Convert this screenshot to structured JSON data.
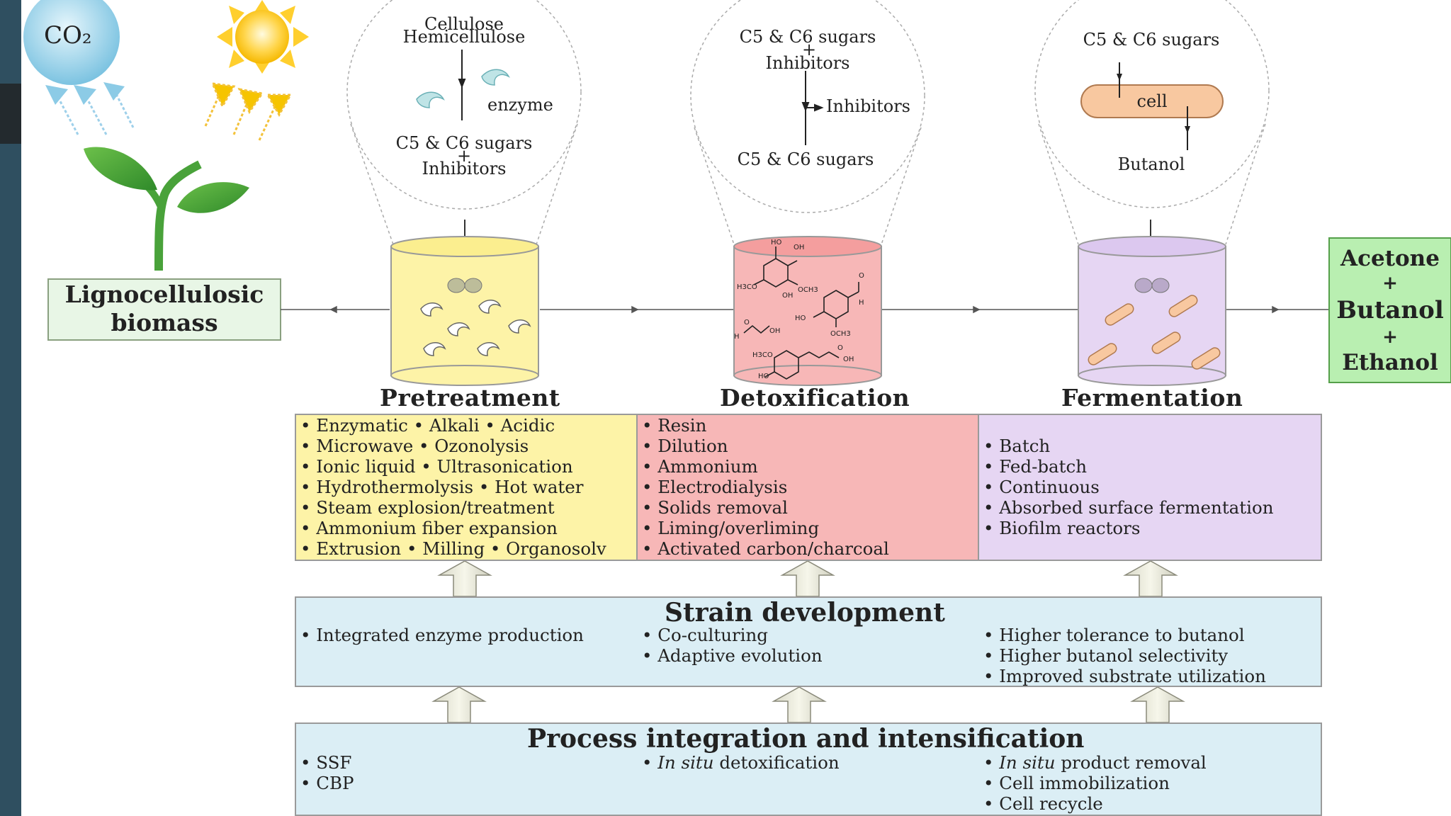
{
  "co2_label": "CO₂",
  "biomass_label": {
    "line1": "Lignocellulosic",
    "line2": "biomass"
  },
  "pretreatment": {
    "label": "Pretreatment",
    "circle": {
      "top1": "Cellulose",
      "top2": "Hemicellulose",
      "enzyme": "enzyme",
      "bottom1": "C5 & C6 sugars",
      "plus": "+",
      "bottom2": "Inhibitors"
    },
    "items": [
      "• Enzymatic • Alkali • Acidic",
      "• Microwave • Ozonolysis",
      "• Ionic liquid • Ultrasonication",
      "• Hydrothermolysis • Hot water",
      "• Steam explosion/treatment",
      "• Ammonium fiber expansion",
      "• Extrusion • Milling • Organosolv"
    ]
  },
  "detoxification": {
    "label": "Detoxification",
    "circle": {
      "top1": "C5 & C6 sugars",
      "plus": "+",
      "top2": "Inhibitors",
      "side": "Inhibitors",
      "bottom": "C5 & C6 sugars"
    },
    "items": [
      "• Resin",
      "• Dilution",
      "• Ammonium",
      "• Electrodialysis",
      "• Solids removal",
      "• Liming/overliming",
      "• Activated carbon/charcoal"
    ]
  },
  "fermentation": {
    "label": "Fermentation",
    "circle": {
      "top": "C5 & C6 sugars",
      "cell": "cell",
      "bottom": "Butanol"
    },
    "items": [
      "• Batch",
      "• Fed-batch",
      "• Continuous",
      "• Absorbed surface fermentation",
      "• Biofilm reactors"
    ]
  },
  "products": {
    "item1": "Acetone",
    "plus1": "+",
    "item2": "Butanol",
    "plus2": "+",
    "item3": "Ethanol"
  },
  "strain_development": {
    "title": "Strain development",
    "col1": [
      "• Integrated enzyme production"
    ],
    "col2": [
      "• Co-culturing",
      "• Adaptive evolution"
    ],
    "col3": [
      "• Higher tolerance to butanol",
      "• Higher butanol selectivity",
      "• Improved substrate utilization"
    ]
  },
  "process_integration": {
    "title": "Process integration and intensification",
    "col1": [
      "• SSF",
      "• CBP"
    ],
    "col2_bullet": "• ",
    "col2_italic": "In situ",
    "col2_rest": " detoxification",
    "col3_bullet": "• ",
    "col3_italic": "In situ",
    "col3_rest": " product removal",
    "col3": [
      "• Cell immobilization",
      "• Cell recycle"
    ]
  },
  "colors": {
    "pretreatment_fill": "#fdf3a7",
    "detox_fill": "#f7b7b7",
    "ferment_fill": "#e6d6f3",
    "strain_fill": "#dbeef5",
    "product_fill": "#b9efb1",
    "biomass_fill": "#e8f6e6",
    "sidebar": "#2f4f60"
  }
}
